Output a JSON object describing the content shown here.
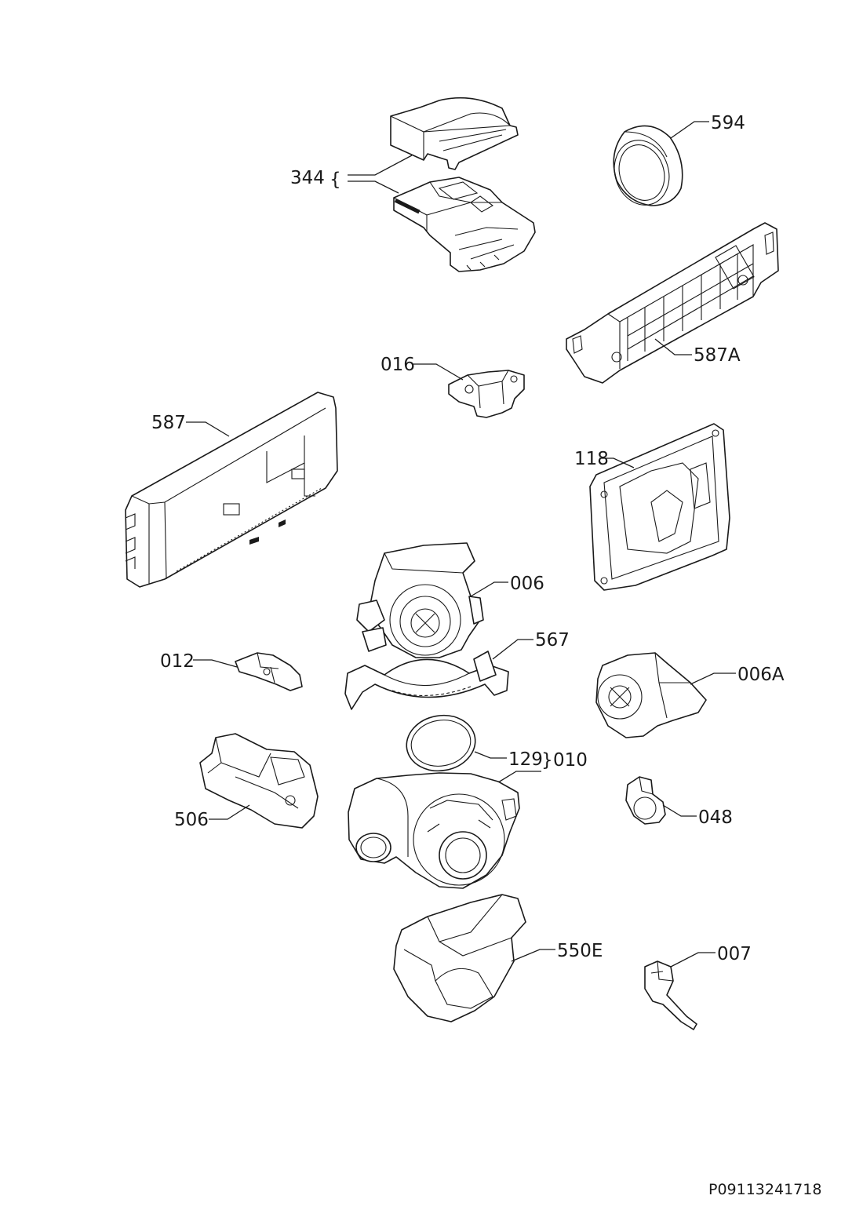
{
  "callouts": {
    "p344": "344",
    "p594": "594",
    "p587a": "587A",
    "p016": "016",
    "p587": "587",
    "p118": "118",
    "p006": "006",
    "p567": "567",
    "p012": "012",
    "p006a": "006A",
    "p129": "129",
    "p010": "010",
    "p506": "506",
    "p048": "048",
    "p550e": "550E",
    "p007": "007"
  },
  "group_brace": "{",
  "group_brace_right": "}",
  "reference_code": "P09113241718"
}
